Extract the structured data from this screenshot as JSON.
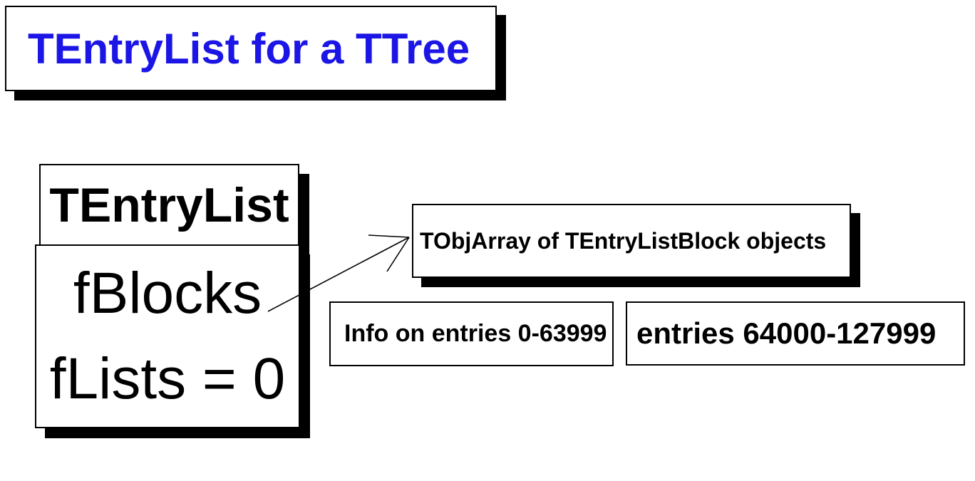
{
  "diagram": {
    "title": "TEntryList for a TTree",
    "entrylist_class": {
      "name": "TEntryList",
      "field_blocks": "fBlocks",
      "field_lists": "fLists = 0"
    },
    "objarray_label": "TObjArray of TEntryListBlock objects",
    "block_info_label": "Info on entries 0-63999",
    "block_entries_label": "entries 64000-127999"
  },
  "colors": {
    "title_text": "#1b15e6",
    "box_border": "#000000",
    "box_shadow": "#000000",
    "body_text": "#000000",
    "background": "#ffffff"
  }
}
